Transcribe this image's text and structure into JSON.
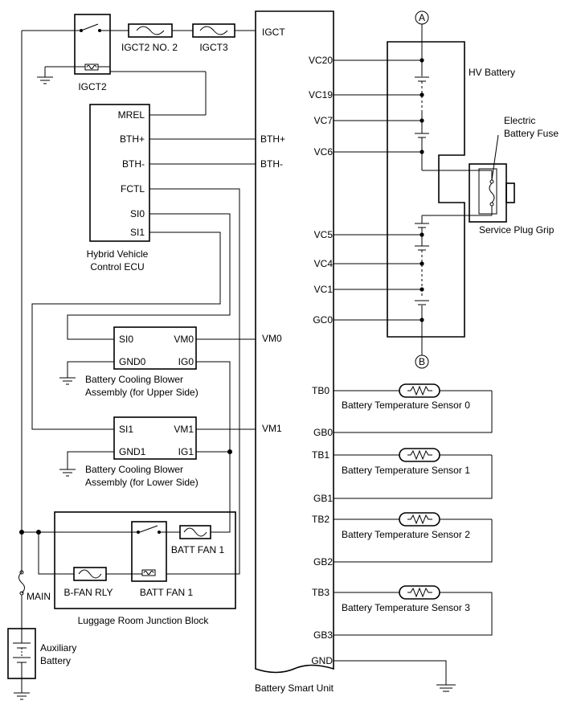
{
  "switches": {
    "igct2": "IGCT2"
  },
  "fuses": {
    "igct2_no2": "IGCT2 NO. 2",
    "igct3": "IGCT3",
    "main": "MAIN",
    "b_fan_rly": "B-FAN RLY"
  },
  "ecu": {
    "title_line1": "Hybrid Vehicle",
    "title_line2": "Control ECU",
    "pins": [
      "MREL",
      "BTH+",
      "BTH-",
      "FCTL",
      "SI0",
      "SI1"
    ]
  },
  "bsu": {
    "title": "Battery Smart Unit",
    "left_pins": [
      "IGCT",
      "BTH+",
      "BTH-",
      "VM0",
      "VM1"
    ],
    "right_pins": [
      "VC20",
      "VC19",
      "VC7",
      "VC6",
      "VC5",
      "VC4",
      "VC1",
      "GC0",
      "TB0",
      "GB0",
      "TB1",
      "GB1",
      "TB2",
      "GB2",
      "TB3",
      "GB3",
      "GND"
    ]
  },
  "hv_battery": {
    "title": "HV Battery",
    "connector_a": "A",
    "connector_b": "B",
    "fuse_line1": "Electric",
    "fuse_line2": "Battery Fuse",
    "service_plug": "Service Plug Grip"
  },
  "blower_upper": {
    "pins": [
      "SI0",
      "VM0",
      "GND0",
      "IG0"
    ],
    "title_line1": "Battery Cooling Blower",
    "title_line2": "Assembly (for Upper Side)"
  },
  "blower_lower": {
    "pins": [
      "SI1",
      "VM1",
      "GND1",
      "IG1"
    ],
    "title_line1": "Battery Cooling Blower",
    "title_line2": "Assembly (for Lower Side)"
  },
  "junction_block": {
    "title": "Luggage Room Junction Block",
    "relay": "BATT FAN 1",
    "fuse": "BATT FAN 1"
  },
  "aux_battery": {
    "line1": "Auxiliary",
    "line2": "Battery"
  },
  "temp_sensors": [
    "Battery Temperature Sensor 0",
    "Battery Temperature Sensor 1",
    "Battery Temperature Sensor 2",
    "Battery Temperature Sensor 3"
  ]
}
